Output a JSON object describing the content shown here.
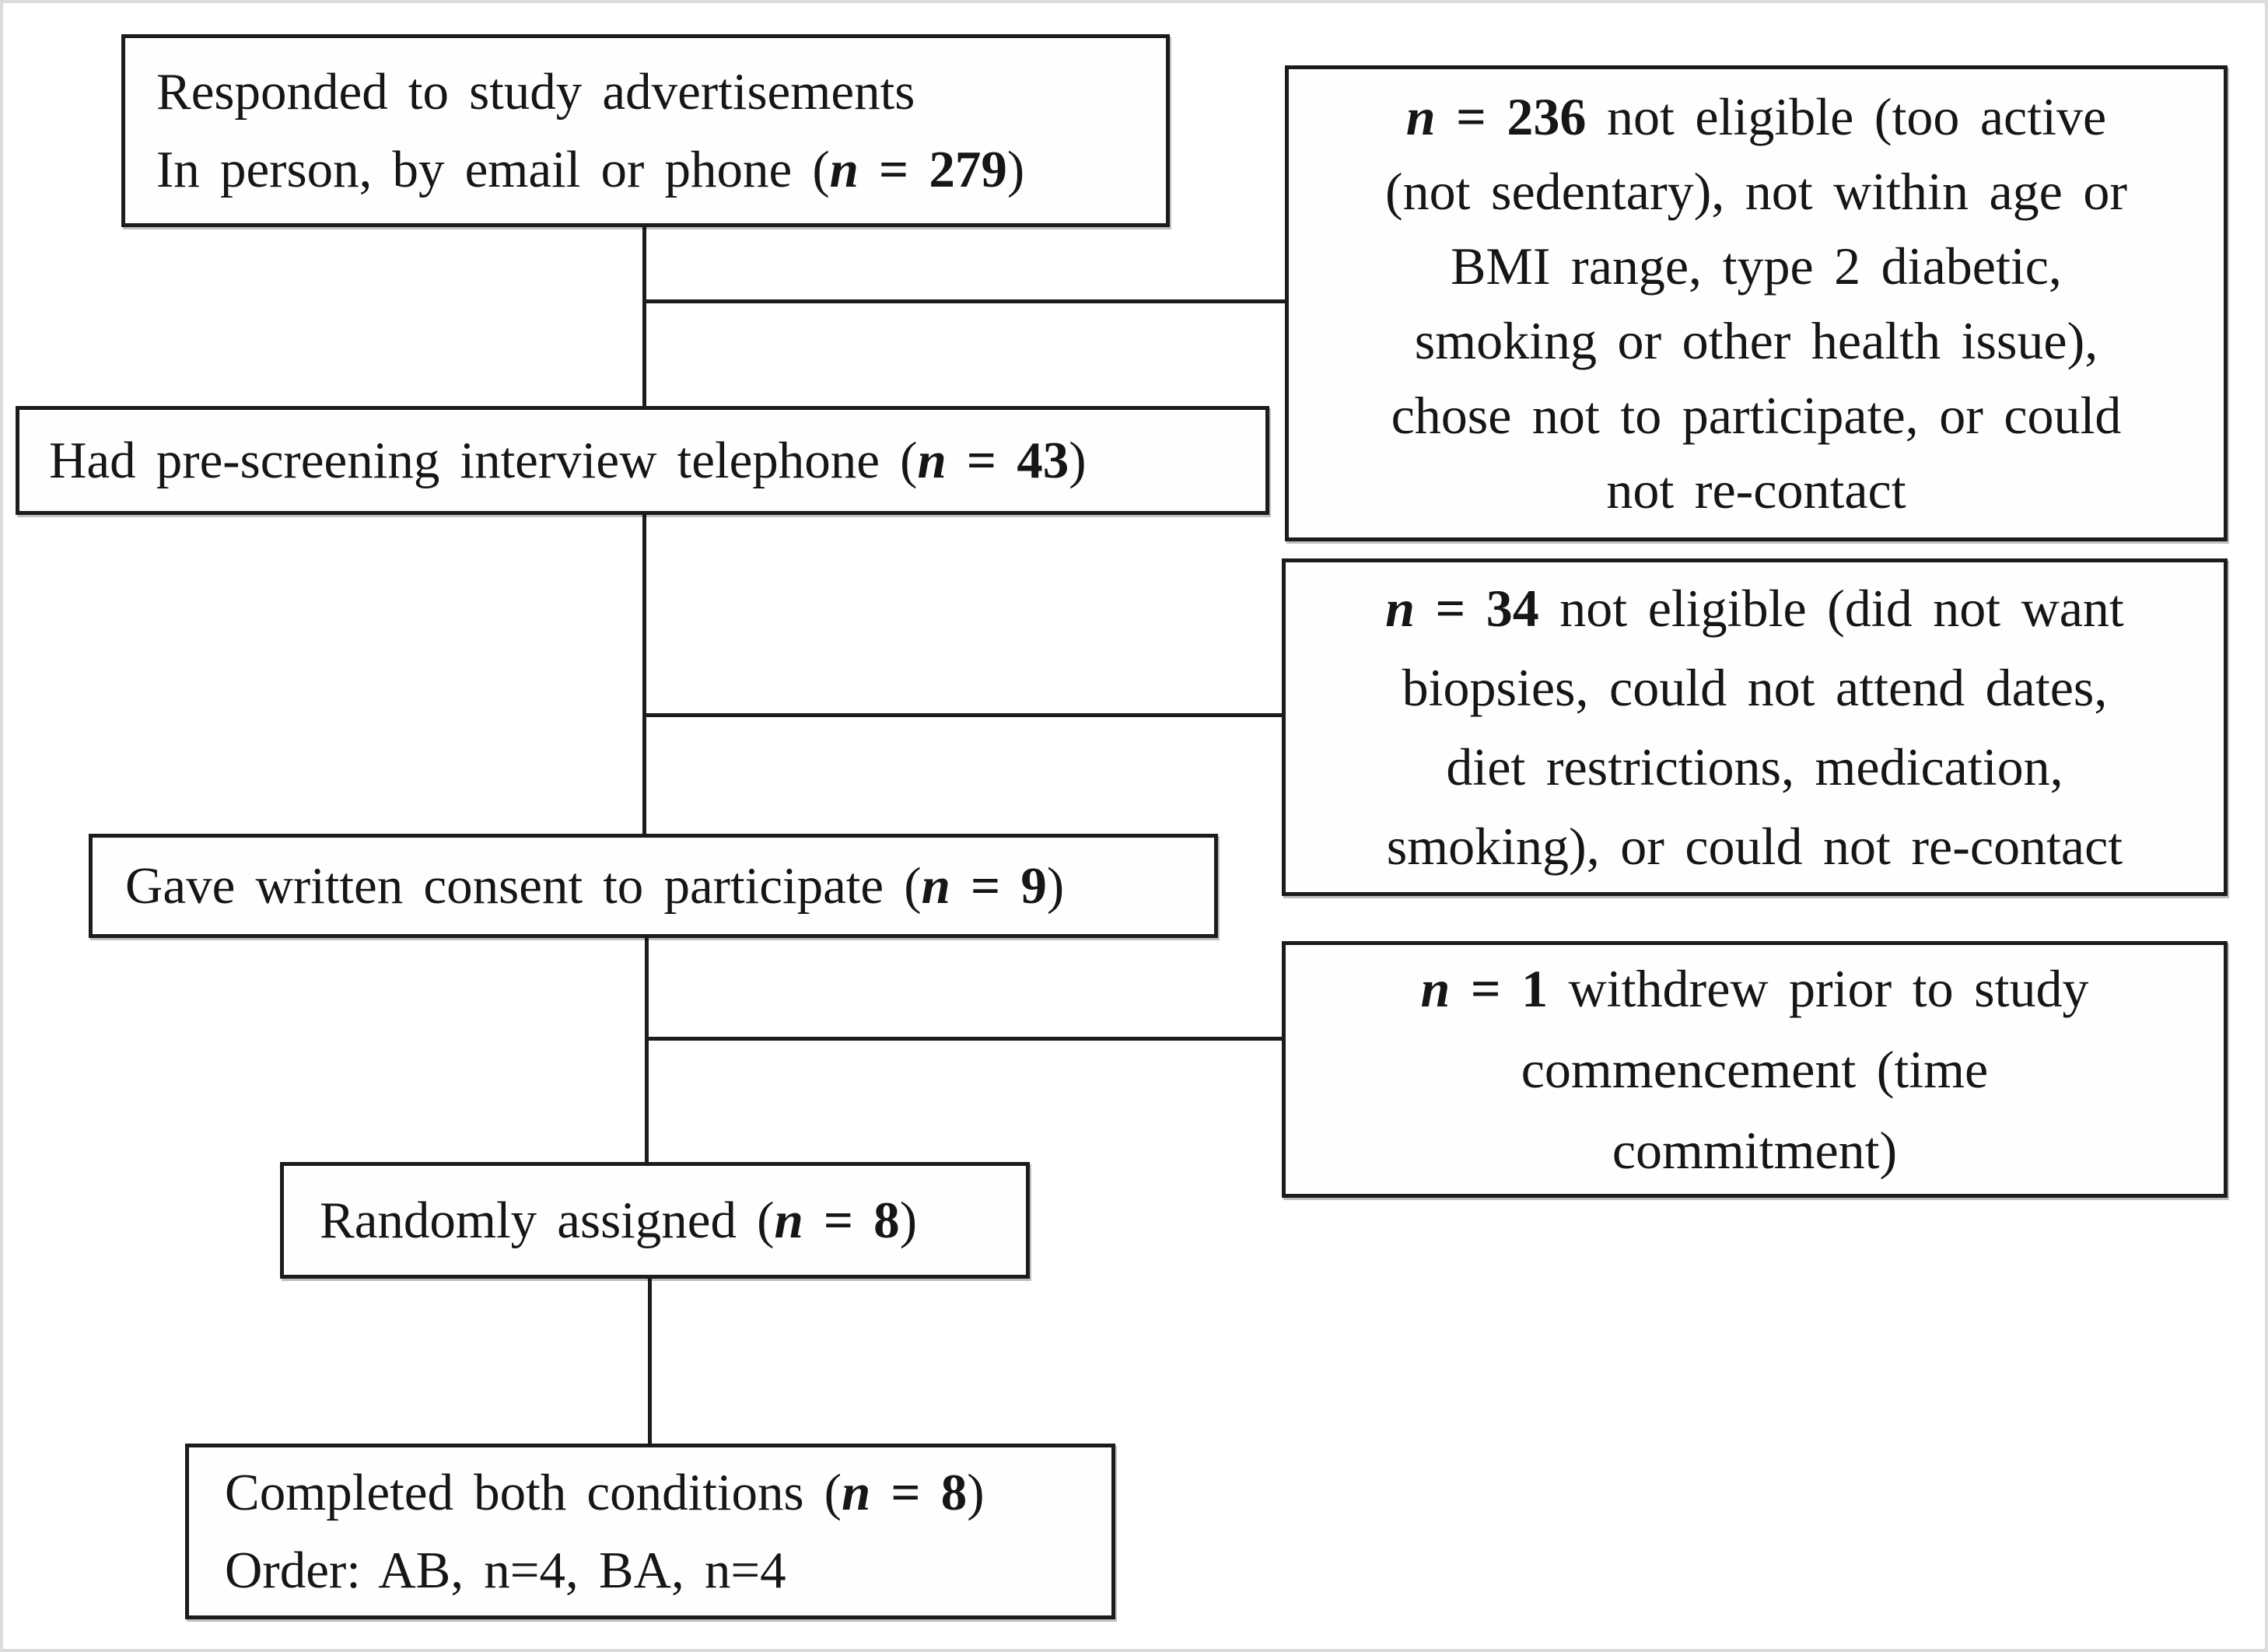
{
  "diagram": {
    "description": "Participant recruitment flow diagram",
    "colors": {
      "box_border": "#1c1c1c",
      "connector": "#1c1c1c",
      "background": "#ffffff",
      "frame": "#dcdcdc"
    },
    "boxes": {
      "responded": {
        "line1": "Responded to study advertisements",
        "line2_pre": "In person, by email or phone (",
        "n": "n",
        "num": " = 279",
        "line2_post": ")"
      },
      "not_eligible_236": {
        "n": "n",
        "num": " = 236",
        "line1_rest": " not eligible (too active",
        "lines": [
          "(not sedentary), not within age or",
          "BMI range, type 2 diabetic,",
          "smoking or other health issue),",
          "chose not to participate, or could",
          "not re-contact"
        ]
      },
      "prescreening": {
        "pre": "Had pre-screening interview telephone (",
        "n": "n",
        "num": " = 43",
        "post": ")"
      },
      "not_eligible_34": {
        "n": "n",
        "num": " = 34",
        "line1_rest": " not eligible (did not want",
        "lines": [
          "biopsies, could not attend dates,",
          "diet restrictions, medication,",
          "smoking), or could not re-contact"
        ]
      },
      "consent": {
        "pre": "Gave written consent to participate (",
        "n": "n",
        "num": " = 9",
        "post": ")"
      },
      "withdrew_1": {
        "n": "n",
        "num": " = 1",
        "line1_rest": " withdrew prior to study",
        "lines": [
          "commencement (time",
          "commitment)"
        ]
      },
      "randomized": {
        "pre": "Randomly assigned (",
        "n": "n",
        "num": " = 8",
        "post": ")"
      },
      "completed": {
        "line1_pre": "Completed both conditions (",
        "n": "n",
        "num": " = 8",
        "line1_post": ")",
        "line2": "Order: AB, n=4, BA, n=4"
      }
    }
  }
}
